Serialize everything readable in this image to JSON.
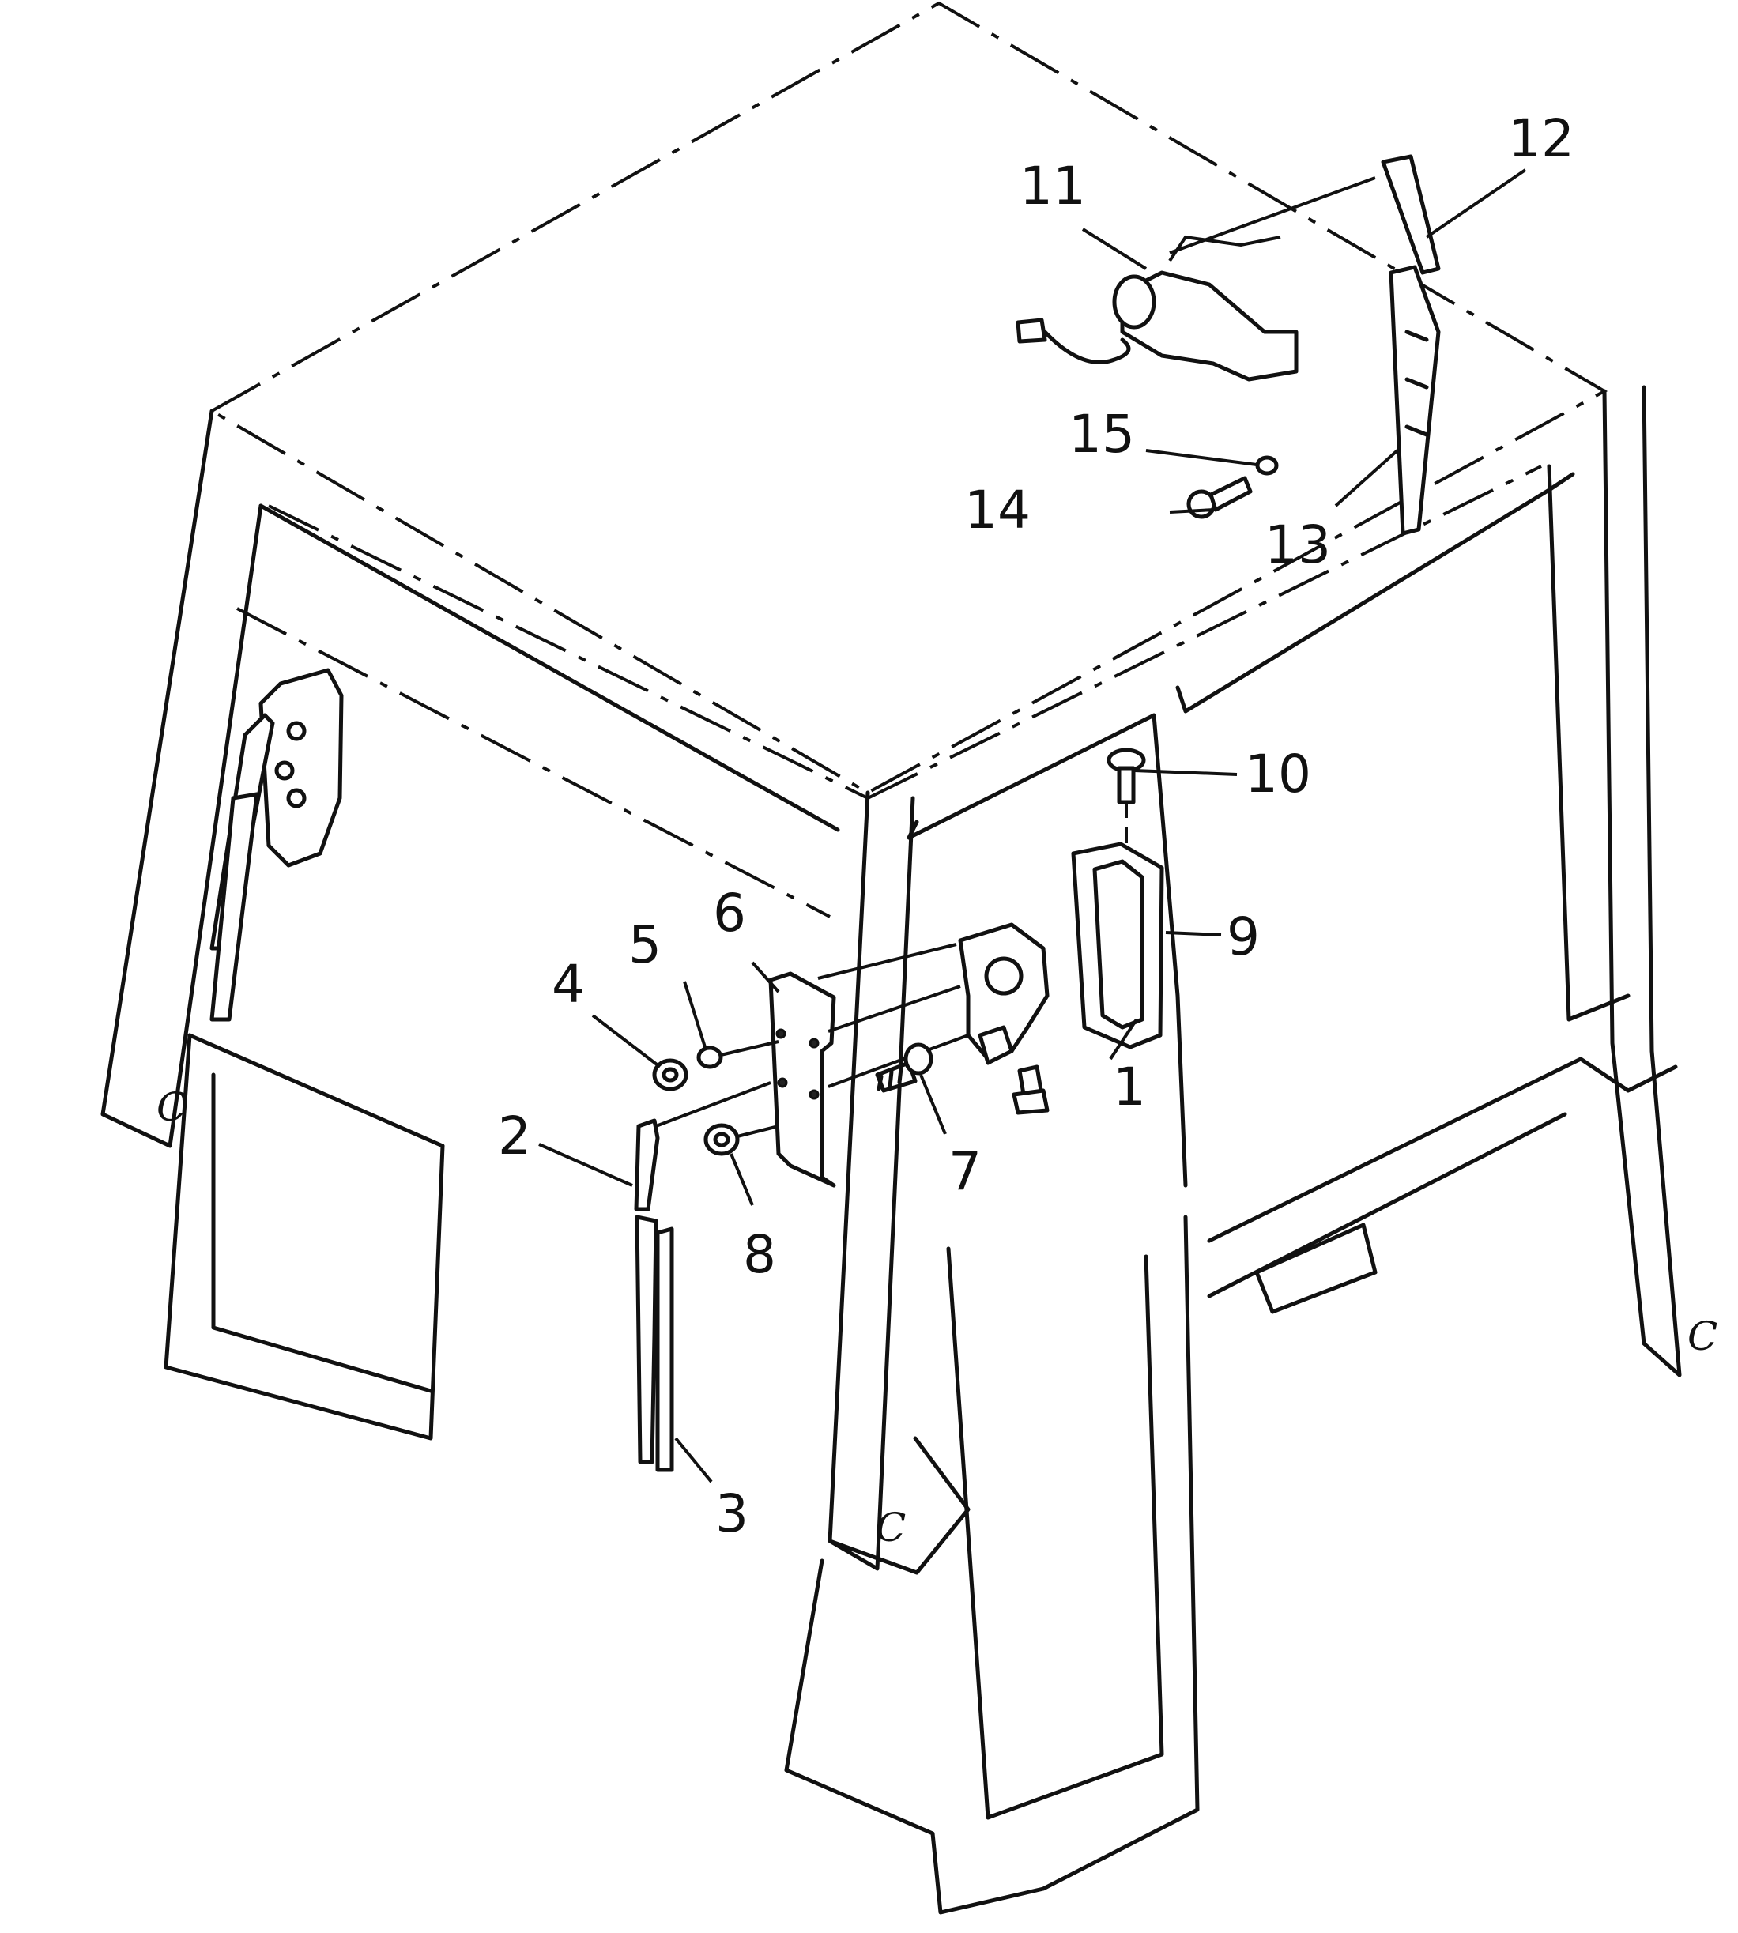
{
  "callouts": [
    {
      "id": "1",
      "label": "1"
    },
    {
      "id": "2",
      "label": "2"
    },
    {
      "id": "3",
      "label": "3"
    },
    {
      "id": "4",
      "label": "4"
    },
    {
      "id": "5",
      "label": "5"
    },
    {
      "id": "6",
      "label": "6"
    },
    {
      "id": "7",
      "label": "7"
    },
    {
      "id": "8",
      "label": "8"
    },
    {
      "id": "9",
      "label": "9"
    },
    {
      "id": "10",
      "label": "10"
    },
    {
      "id": "11",
      "label": "11"
    },
    {
      "id": "12",
      "label": "12"
    },
    {
      "id": "13",
      "label": "13"
    },
    {
      "id": "14",
      "label": "14"
    },
    {
      "id": "15",
      "label": "15"
    }
  ],
  "corner_marks": [
    "C",
    "C",
    "C"
  ]
}
